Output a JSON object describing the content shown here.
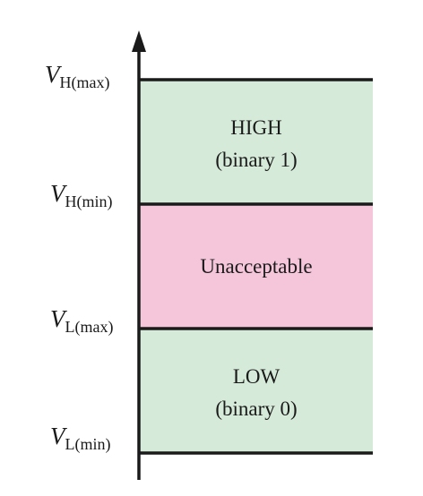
{
  "colors": {
    "high_region": "#d5ead8",
    "unacceptable_region": "#f5c6da",
    "low_region": "#d5ead8",
    "lines": "#1a1a1a"
  },
  "levels": {
    "vh_max": {
      "symbol": "V",
      "subscript": "H(max)"
    },
    "vh_min": {
      "symbol": "V",
      "subscript": "H(min)"
    },
    "vl_max": {
      "symbol": "V",
      "subscript": "L(max)"
    },
    "vl_min": {
      "symbol": "V",
      "subscript": "L(min)"
    }
  },
  "regions": {
    "high": {
      "line1": "HIGH",
      "line2": "(binary 1)"
    },
    "unacceptable": {
      "line1": "Unacceptable"
    },
    "low": {
      "line1": "LOW",
      "line2": "(binary 0)"
    }
  }
}
